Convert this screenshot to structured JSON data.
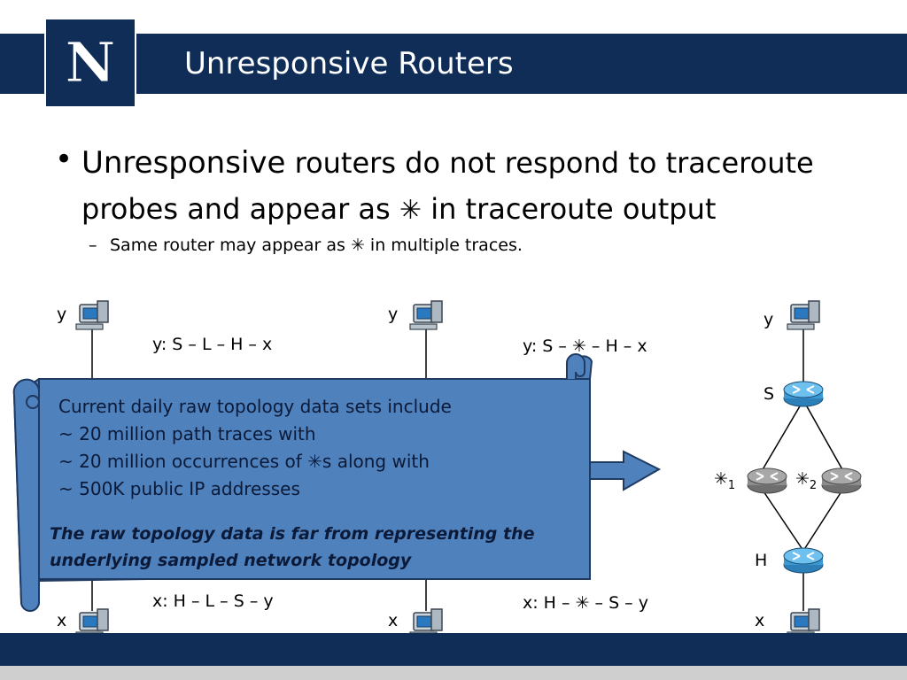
{
  "slide": {
    "title": "Unresponsive Routers",
    "logo_letter": "N",
    "bullet": {
      "word1": "Unresponsive",
      "rest1": " routers do not respond to traceroute",
      "line2_pre": "probes and appear as ",
      "line2_post": " in traceroute output"
    },
    "sub": {
      "pre": "Same router may appear as ",
      "post": " in multiple traces."
    },
    "star_glyph": "✳"
  },
  "diagram": {
    "left": {
      "top_label": "y",
      "bottom_label": "x",
      "trace_top": "y: S – L – H – x",
      "trace_bottom": "x: H – L – S – y"
    },
    "middle": {
      "top_label": "y",
      "bottom_label": "x",
      "trace_top_pre": "y: S – ",
      "trace_top_post": " – H – x",
      "trace_bottom_pre": "x: H – ",
      "trace_bottom_post": " – S – y"
    },
    "right": {
      "top_label": "y",
      "s_label": "S",
      "h_label": "H",
      "bottom_label": "x",
      "star1_sub": "1",
      "star2_sub": "2"
    }
  },
  "callout": {
    "lines": [
      "Current daily raw topology data sets include",
      "~ 20 million path traces with",
      "~ 20 million occurrences of ",
      "~ 500K public IP addresses"
    ],
    "line3_suffix": "s along with",
    "emphasis_line1": "The raw topology data is far from representing the",
    "emphasis_line2": "underlying sampled network topology"
  },
  "colors": {
    "header": "#0f2d56",
    "scroll_fill": "#4f81bd",
    "scroll_stroke": "#1f3a63",
    "router_blue": "#3b9ad6",
    "router_gray": "#8c8c8c"
  }
}
